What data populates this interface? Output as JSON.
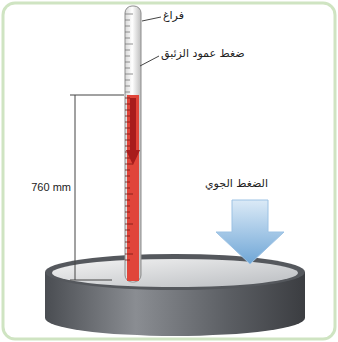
{
  "diagram": {
    "labels": [
      "فراغ",
      "ضغط عمود الزئبق",
      "760 mm",
      "الضغط الجوي"
    ]
  }
}
